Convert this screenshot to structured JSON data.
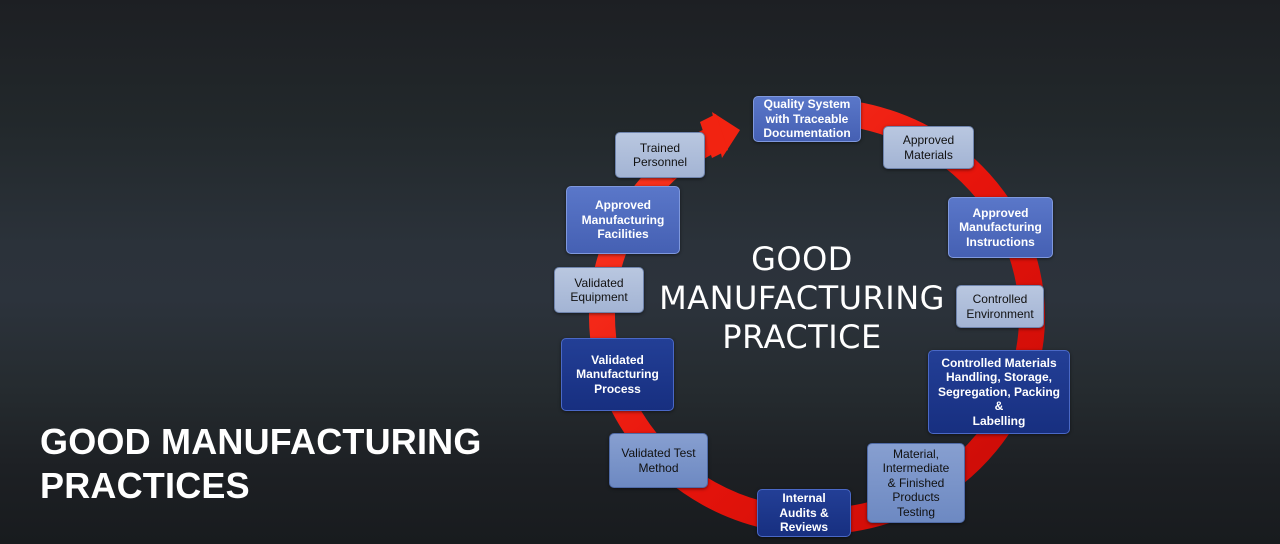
{
  "hero": {
    "title_line1": "GOOD MANUFACTURING",
    "title_line2": "PRACTICES"
  },
  "diagram": {
    "center_line1": "GOOD",
    "center_line2": "MANUFACTURING",
    "center_line3": "PRACTICE",
    "ring_color": "#e8150c",
    "ring_shape": "circular-arrow-clockwise",
    "items": [
      {
        "label": "Quality System\nwith Traceable\nDocumentation",
        "style": "blue"
      },
      {
        "label": "Approved\nMaterials",
        "style": "light"
      },
      {
        "label": "Approved\nManufacturing\nInstructions",
        "style": "blue"
      },
      {
        "label": "Controlled\nEnvironment",
        "style": "light"
      },
      {
        "label": "Controlled Materials\nHandling, Storage,\nSegregation, Packing &\nLabelling",
        "style": "dark"
      },
      {
        "label": "Material,\nIntermediate\n& Finished\nProducts\nTesting",
        "style": "mid"
      },
      {
        "label": "Internal\nAudits &\nReviews",
        "style": "dark"
      },
      {
        "label": "Validated Test\nMethod",
        "style": "mid"
      },
      {
        "label": "Validated\nManufacturing\nProcess",
        "style": "dark"
      },
      {
        "label": "Validated\nEquipment",
        "style": "light"
      },
      {
        "label": "Approved\nManufacturing\nFacilities",
        "style": "blue"
      },
      {
        "label": "Trained\nPersonnel",
        "style": "light"
      }
    ]
  }
}
